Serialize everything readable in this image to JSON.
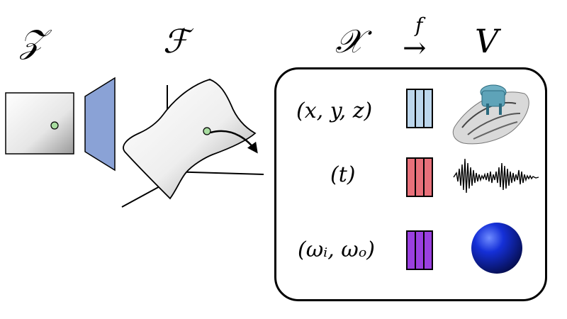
{
  "labels": {
    "latent": "𝒵",
    "field": "ℱ",
    "coords": "𝒳",
    "arrow_fn": "f",
    "arrow": "→",
    "values": "V"
  },
  "rows": [
    {
      "input": "(x, y, z)",
      "bar_color": "#bcd6ec",
      "output": "3d-shape-icon"
    },
    {
      "input": "(t)",
      "bar_color": "#e8707a",
      "output": "audio-waveform-icon"
    },
    {
      "input": "(ωᵢ, ωₒ)",
      "bar_color": "#9a3fe0",
      "output": "blue-sphere-icon"
    }
  ],
  "colors": {
    "decoder": "#8aa2d6",
    "point": "#a8dca0"
  }
}
